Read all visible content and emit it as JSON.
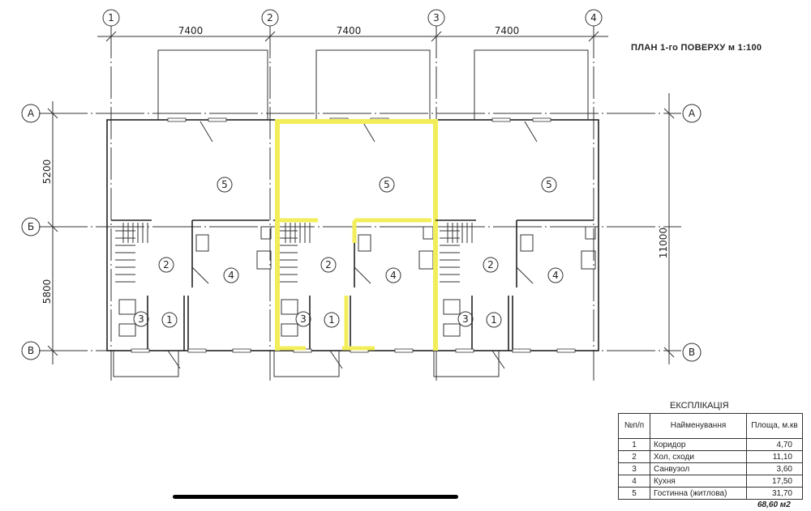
{
  "plan": {
    "title": "ПЛАН  1-го  ПОВЕРХУ   м 1:100",
    "axes_vertical": [
      "1",
      "2",
      "3",
      "4"
    ],
    "axes_horizontal_left": [
      "А",
      "Б",
      "В"
    ],
    "axes_horizontal_right": [
      "А",
      "В"
    ],
    "dimensions_top": [
      "7400",
      "7400",
      "7400"
    ],
    "dimensions_left": [
      "5200",
      "5800"
    ],
    "dimension_right": "11000",
    "units": [
      {
        "rooms": [
          "5",
          "2",
          "4",
          "3",
          "1"
        ],
        "highlighted": false
      },
      {
        "rooms": [
          "5",
          "2",
          "4",
          "3",
          "1"
        ],
        "highlighted": true
      },
      {
        "rooms": [
          "5",
          "2",
          "4",
          "3",
          "1"
        ],
        "highlighted": false
      }
    ],
    "highlight_color": "#f2ee5a"
  },
  "explication": {
    "title": "ЕКСПЛІКАЦІЯ",
    "headers": [
      "№п/п",
      "Найменування",
      "Площа, м.кв"
    ],
    "rows": [
      [
        "1",
        "Коридор",
        "4,70"
      ],
      [
        "2",
        "Хол, сходи",
        "11,10"
      ],
      [
        "3",
        "Санвузол",
        "3,60"
      ],
      [
        "4",
        "Кухня",
        "17,50"
      ],
      [
        "5",
        "Гостинна (житлова)",
        "31,70"
      ]
    ],
    "total": "68,60 м2"
  }
}
